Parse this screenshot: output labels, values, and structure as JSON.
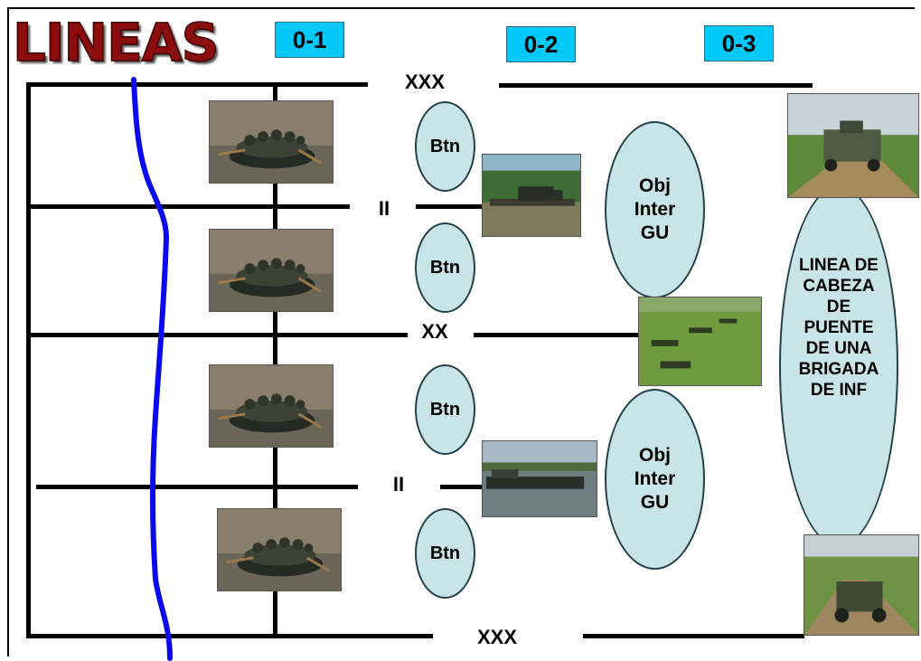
{
  "title": "LINEAS",
  "phases": [
    "0-1",
    "0-2",
    "0-3"
  ],
  "line_labels": {
    "top": "XXX",
    "upper_battalion": "II",
    "middle_division": "XX",
    "lower_battalion": "II",
    "bottom": "XXX"
  },
  "battalions": [
    "Btn",
    "Btn",
    "Btn",
    "Btn"
  ],
  "objectives": [
    [
      "Obj",
      "Inter",
      "GU"
    ],
    [
      "Obj",
      "Inter",
      "GU"
    ]
  ],
  "bridgehead": [
    "LINEA DE",
    "CABEZA",
    "DE",
    "PUENTE",
    "DE UNA",
    "BRIGADA",
    "DE INF"
  ],
  "colors": {
    "title": "#8b0d0d",
    "phase_box": "#00c8f8",
    "river": "#0a0aee",
    "oval_fill": "#c8e4e6"
  },
  "icons": [
    "rubber-boat-photo",
    "ferry-truck-photo",
    "armored-vehicle-photo",
    "infantry-prone-photo",
    "ferry-barge-photo",
    "jeep-photo"
  ]
}
